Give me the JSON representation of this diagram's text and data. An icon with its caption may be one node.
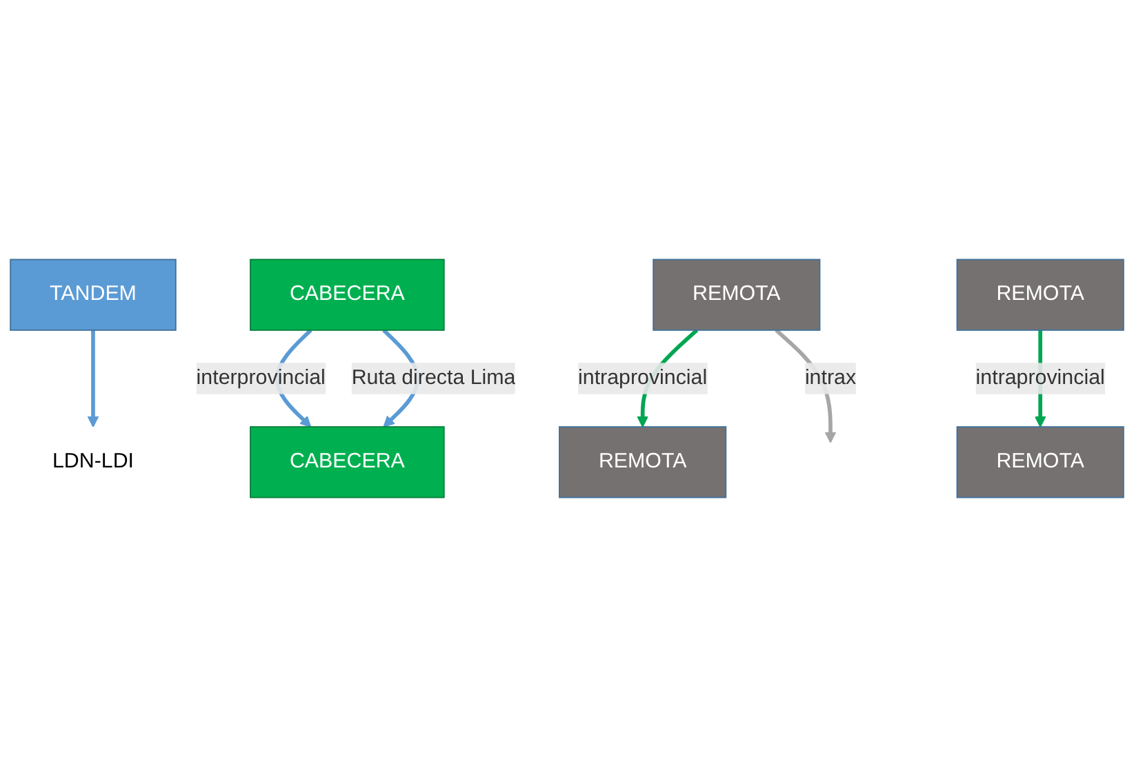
{
  "diagram": {
    "nodes": [
      {
        "text": [
          "LDN-LDI"
        ]
      },
      {
        "text": [
          "TANDEM"
        ]
      },
      {
        "text": [
          "CABECERA"
        ]
      },
      {
        "text": [
          "CABECERA"
        ]
      },
      {
        "text": [
          "REMOTA"
        ]
      },
      {
        "text": [
          "REMOTA"
        ]
      },
      {
        "text": [
          "REMOTA"
        ]
      },
      {
        "text": [
          "REMOTA"
        ]
      }
    ],
    "edges": [
      {
        "from": 1,
        "to": 0,
        "arrow": "to",
        "color": "#5b9bd5"
      },
      {
        "from": 2,
        "to": 3,
        "arrow": "to",
        "label": "interprovincial",
        "color": "#5b9bd5"
      },
      {
        "from": 2,
        "to": 3,
        "arrow": "to",
        "label": "Ruta directa Lima",
        "color": "#5b9bd5"
      },
      {
        "from": 4,
        "to": 5,
        "arrow": "to",
        "label": "intraprovincial",
        "color": "#00a651"
      },
      {
        "from": 6,
        "to": 7,
        "arrow": "to",
        "label": "intraprovincial",
        "color": "#00a651"
      },
      {
        "from": 4,
        "to": null,
        "arrow": "to",
        "label": "intrax",
        "color": "#a6a6a6"
      }
    ]
  }
}
